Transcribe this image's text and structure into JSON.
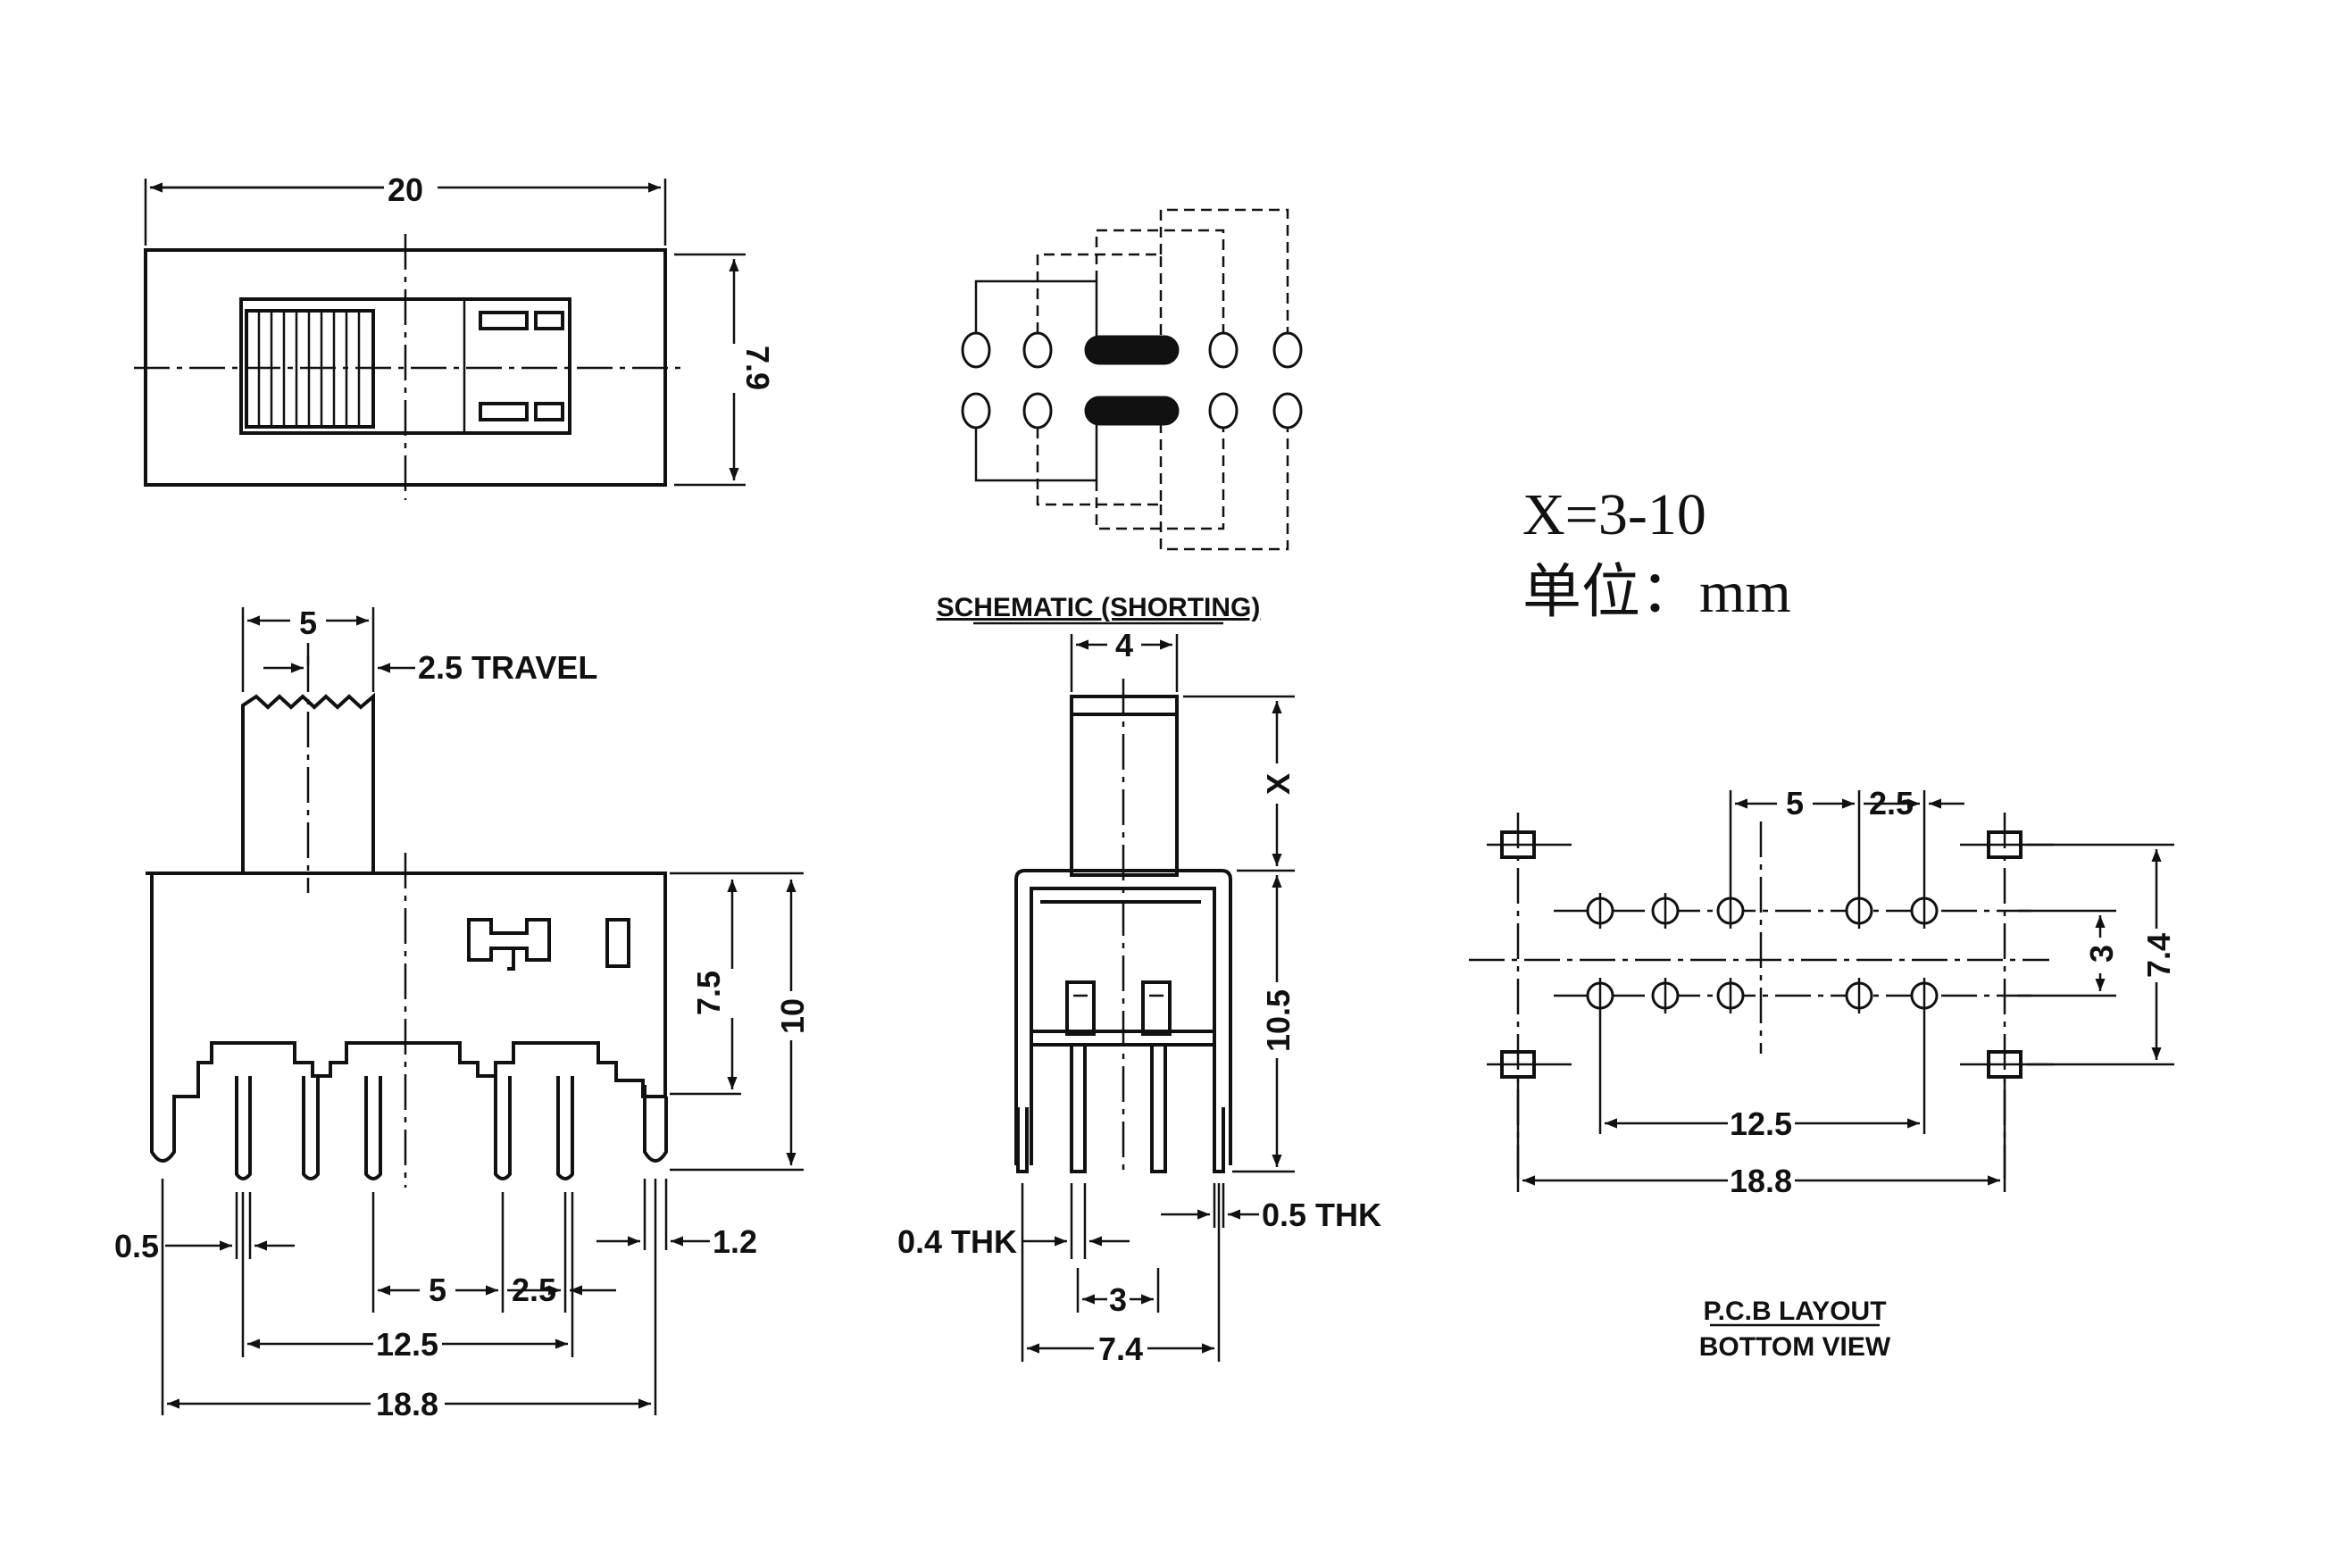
{
  "top_view": {
    "width_dim": "20",
    "height_dim": "7.9"
  },
  "side_view": {
    "actuator_dim": "5",
    "travel_dim": "2.5 TRAVEL",
    "height_75": "7.5",
    "height_10": "10",
    "pin_w": "0.5",
    "edge_12": "1.2",
    "pitch_5": "5",
    "pitch_25": "2.5",
    "span_125": "12.5",
    "total_188": "18.8"
  },
  "schematic": {
    "caption": "SCHEMATIC (SHORTING)"
  },
  "front_view": {
    "actuator_dim": "4",
    "x_dim": "X",
    "height_105": "10.5",
    "thk_04": "0.4 THK",
    "thk_05": "0.5 THK",
    "pitch_3": "3",
    "width_74": "7.4"
  },
  "notes": {
    "x_range": "X=3-10",
    "unit": "单位：mm"
  },
  "pcb_layout": {
    "pitch_5": "5",
    "pitch_25": "2.5",
    "row_3": "3",
    "height_74": "7.4",
    "span_125": "12.5",
    "total_188": "18.8",
    "caption_line1": "P.C.B LAYOUT",
    "caption_line2": "BOTTOM VIEW"
  }
}
